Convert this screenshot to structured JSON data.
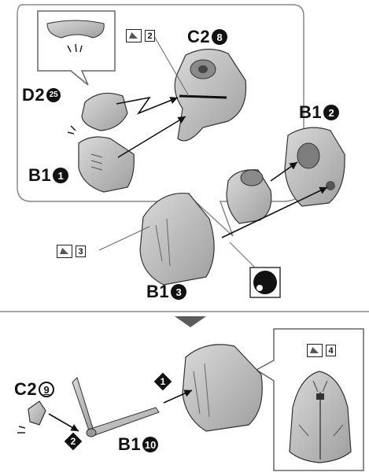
{
  "parts": {
    "c2_8": {
      "code": "C2",
      "num": "8"
    },
    "d2_25": {
      "code": "D2",
      "num": "25"
    },
    "b1_1": {
      "code": "B1",
      "num": "1"
    },
    "b1_2": {
      "code": "B1",
      "num": "2"
    },
    "b1_3": {
      "code": "B1",
      "num": "3"
    },
    "c2_9": {
      "code": "C2",
      "num": "9"
    },
    "b1_10": {
      "code": "B1",
      "num": "10"
    }
  },
  "steps": {
    "step_2": "2",
    "step_3": "3",
    "step_4": "4"
  },
  "order": {
    "first": "1",
    "second": "2"
  }
}
